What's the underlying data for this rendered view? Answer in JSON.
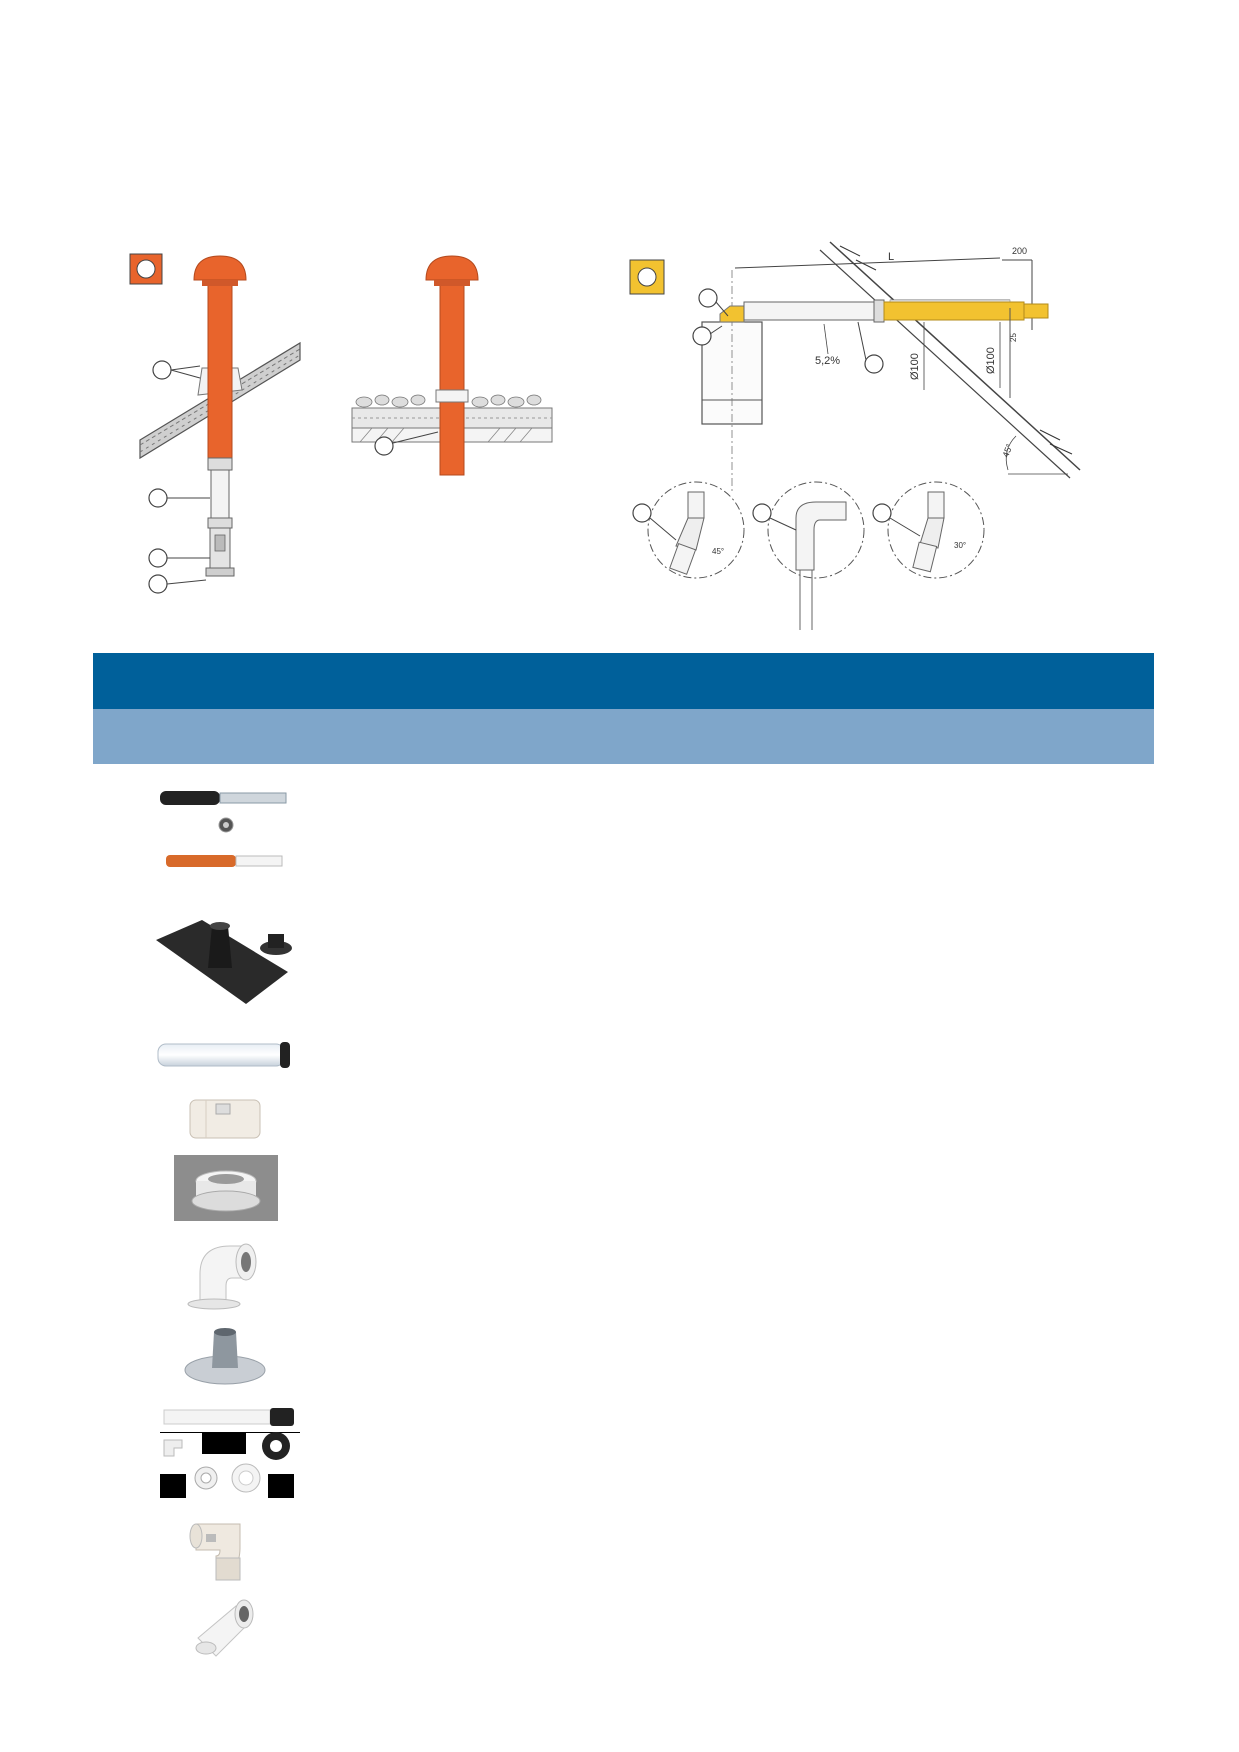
{
  "colors": {
    "flue_orange": "#e8642c",
    "flue_yellow": "#f2c230",
    "band_dark": "#00609a",
    "band_light": "#7fa6ca",
    "line": "#555555"
  },
  "diagram_vertical": {
    "marker_icon": "orange-square-circle-icon"
  },
  "diagram_horizontal": {
    "marker_icon": "yellow-square-circle-icon",
    "length_label": "L",
    "offset_label": "200",
    "slope_label": "5,2%",
    "diameter_label_1": "Ø100",
    "diameter_label_2": "Ø100",
    "gap_label": "25",
    "roof_angle_label": "45°",
    "elbow_angle_1": "45°",
    "elbow_angle_2": "30°"
  },
  "table": {
    "header_dark_color": "#00609a",
    "header_light_color": "#7fa6ca"
  },
  "products": [
    {
      "icon": "vertical-flue-terminal-kit-icon"
    },
    {
      "icon": "pitched-roof-flashing-icon"
    },
    {
      "icon": "flue-extension-pipe-icon"
    },
    {
      "icon": "inspection-section-icon"
    },
    {
      "icon": "boiler-adapter-icon"
    },
    {
      "icon": "elbow-90-icon"
    },
    {
      "icon": "flat-roof-flashing-icon"
    },
    {
      "icon": "horizontal-flue-kit-icon"
    },
    {
      "icon": "elbow-90-inspection-icon"
    },
    {
      "icon": "elbow-45-icon"
    }
  ]
}
